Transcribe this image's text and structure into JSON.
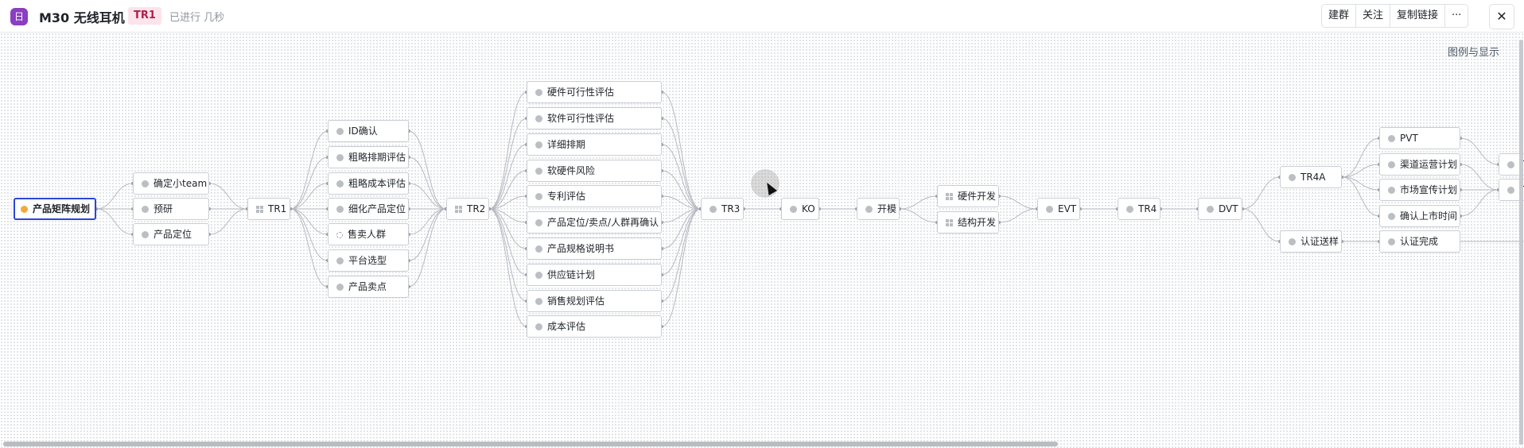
{
  "header": {
    "app_icon": "日",
    "title": "M30 无线耳机",
    "stage_badge": "TR1",
    "status": "已进行 几秒",
    "actions": [
      "建群",
      "关注",
      "复制链接",
      "···"
    ],
    "close": "✕"
  },
  "canvas": {
    "legend_link": "图例与显示"
  },
  "nodes": {
    "root": "产品矩阵规划",
    "confirm_team": "确定小team",
    "pre_research": "预研",
    "product_positioning": "产品定位",
    "tr1": "TR1",
    "id_confirm": "ID确认",
    "rough_schedule_eval": "粗略排期评估",
    "rough_cost_eval": "粗略成本评估",
    "refine_positioning": "细化产品定位",
    "target_customers": "售卖人群",
    "platform_selection": "平台选型",
    "selling_points": "产品卖点",
    "tr2": "TR2",
    "hw_feasibility": "硬件可行性评估",
    "sw_feasibility": "软件可行性评估",
    "detailed_schedule": "详细排期",
    "hw_sw_risk": "软硬件风险",
    "patent_eval": "专利评估",
    "reconfirm": "产品定位/卖点/人群再确认",
    "spec_doc": "产品规格说明书",
    "supply_chain_plan": "供应链计划",
    "sales_plan_eval": "销售规划评估",
    "cost_eval": "成本评估",
    "tr3": "TR3",
    "ko": "KO",
    "mold_open": "开模",
    "hw_dev": "硬件开发",
    "struct_dev": "结构开发",
    "evt": "EVT",
    "tr4": "TR4",
    "dvt": "DVT",
    "tr4a": "TR4A",
    "cert_submit": "认证送样",
    "pvt": "PVT",
    "channel_plan": "渠道运营计划",
    "marketing_plan": "市场宣传计划",
    "launch_time": "确认上市时间",
    "cert_done": "认证完成",
    "cut_1": "T",
    "cut_2": "T"
  }
}
